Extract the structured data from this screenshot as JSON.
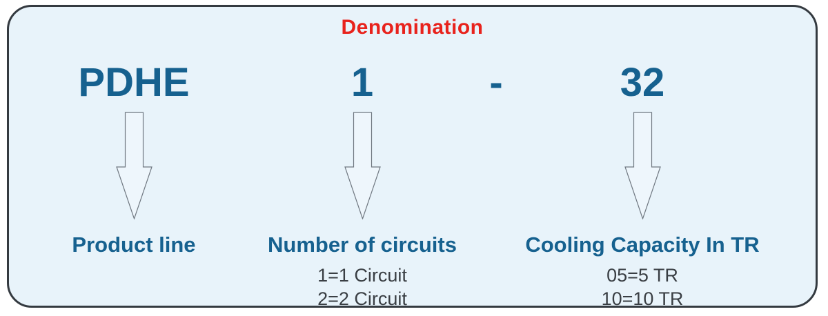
{
  "title": "Denomination",
  "separator": "-",
  "colors": {
    "title_red": "#e8221c",
    "accent_blue": "#16618f",
    "detail_gray": "#3a3f44",
    "panel_background": "#e8f3fa",
    "panel_border": "#343a40"
  },
  "columns": [
    {
      "code": "PDHE",
      "label": "Product line",
      "details": []
    },
    {
      "code": "1",
      "label": "Number of circuits",
      "details": [
        "1=1 Circuit",
        "2=2 Circuit"
      ]
    },
    {
      "code": "32",
      "label": "Cooling Capacity In TR",
      "details": [
        "05=5 TR",
        "10=10 TR"
      ]
    }
  ]
}
